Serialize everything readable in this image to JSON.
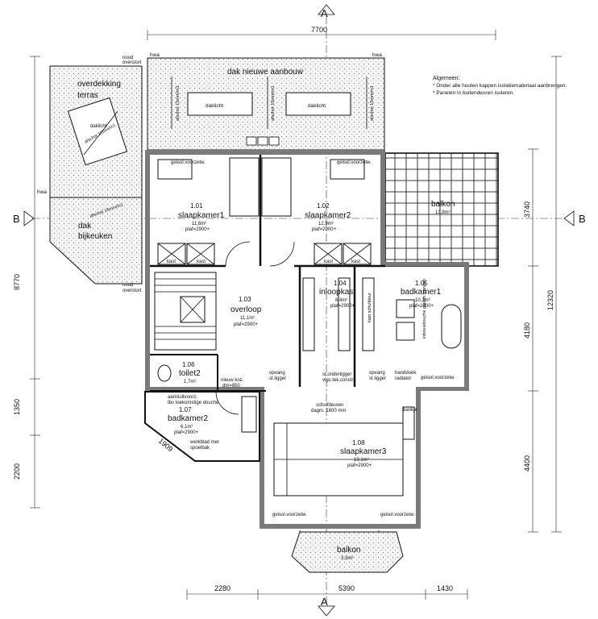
{
  "section_markers": {
    "a_top": "A",
    "a_bottom": "A",
    "b_left": "B",
    "b_right": "B"
  },
  "notes": {
    "title": "Algemeen:",
    "line1": "* Onder alle houten kappen isolatiemateriaal aanbrengen.",
    "line2": "* Panelen in buitendeuren isoleren."
  },
  "dimensions": {
    "top": "7700",
    "left_1": "8770",
    "left_2": "1350",
    "left_3": "2200",
    "right_1": "3740",
    "right_2": "4180",
    "right_3": "4400",
    "right_total": "12320",
    "bottom_1": "2280",
    "bottom_2": "5390",
    "bottom_3": "1430",
    "diagonal": "1909"
  },
  "roof": {
    "title": "dak nieuwe aanbouw",
    "skylight": "daklicht",
    "slope": "afschot 15mm/m1",
    "hwa": "hwa",
    "overflow_1": "nood",
    "overflow_2": "overstort"
  },
  "terrace": {
    "title_1": "overdekking",
    "title_2": "terras",
    "skylight": "daklicht",
    "slope": "afschot 15mm/m1",
    "hwa": "hwa"
  },
  "kitchen_roof": {
    "title_1": "dak",
    "title_2": "bijkeuken",
    "slope": "afschot 15mm/m1",
    "overflow_1": "nood",
    "overflow_2": "overstort"
  },
  "rooms": [
    {
      "num": "1.01",
      "name": "slaapkamer1",
      "area": "11,8m²",
      "ceiling": "plaf=2900+"
    },
    {
      "num": "1.02",
      "name": "slaapkamer2",
      "area": "12,9m²",
      "ceiling": "plaf=2900+"
    },
    {
      "num": "1.03",
      "name": "overloop",
      "area": "11,1m²",
      "ceiling": "plaf=2900+"
    },
    {
      "num": "1.04",
      "name": "inloopkast",
      "area": "8,4m²",
      "ceiling": "plaf=2900+"
    },
    {
      "num": "1.05",
      "name": "badkamer1",
      "area": "10,3m²",
      "ceiling": "plaf=2900+"
    },
    {
      "num": "1.06",
      "name": "toilet2",
      "area": "1,7m²",
      "ceiling": ""
    },
    {
      "num": "1.07",
      "name": "badkamer2",
      "area": "6,1m²",
      "ceiling": "plaf=2900+"
    },
    {
      "num": "1.08",
      "name": "slaapkamer3",
      "area": "19,1m²",
      "ceiling": "plaf=2900+"
    }
  ],
  "balcony_east": {
    "name": "balkon",
    "area": "13,8m²"
  },
  "balcony_south": {
    "name": "balkon",
    "area": "3,3m²"
  },
  "labels": {
    "geisol": "geisol.voorzetw.",
    "kast": "kast",
    "opvang_1": "opvang",
    "opvang_2": "st.ligger",
    "onderligger_1": "st.onderligger",
    "onderligger_2": "vlgs.tek.constr.",
    "schuifdeuren_1": "schuifdeuren",
    "schuifdeuren_2": "dagm. 1800 mm",
    "handdoek_1": "handdoek",
    "handdoek_2": "radiator",
    "nieuw_koz_1": "nieuw koz.",
    "nieuw_koz_2": "dm=850",
    "aansluit_1": "aansluitvoorz.",
    "aansluit_2": "tbv toekomstige douche",
    "werkblad_1": "werkblad met",
    "werkblad_2": "spoelbak",
    "bankje": "bankje",
    "kast_schuif": "kast schuifdeur",
    "inbouwdouche": "inbouwdouche glazen wanden"
  }
}
